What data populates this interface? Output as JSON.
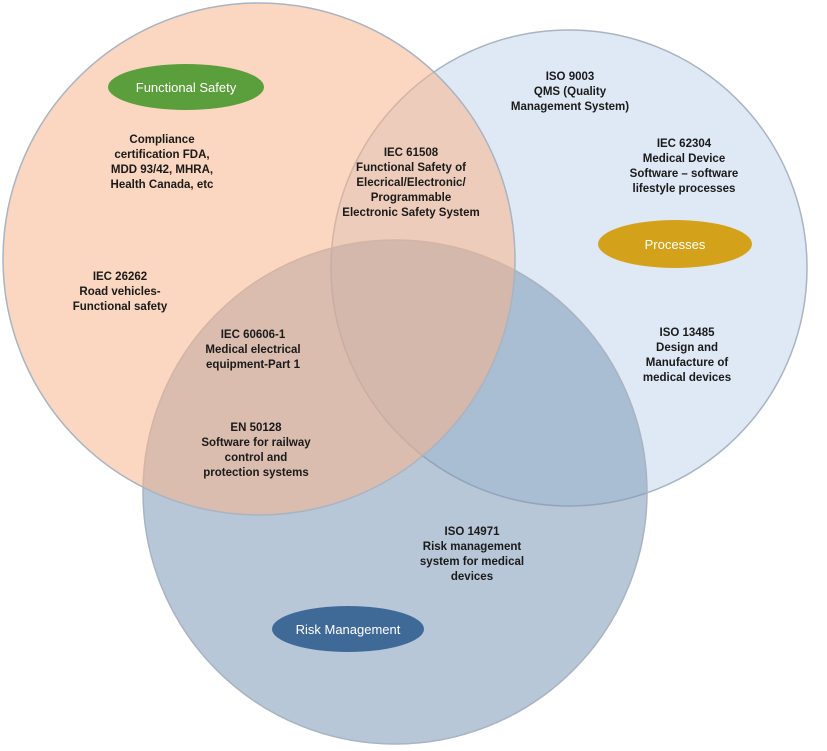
{
  "colors": {
    "functional_safety_fill": "#f7b48c",
    "processes_fill": "#dfe8f5",
    "risk_management_fill": "#7c99b6",
    "functional_safety_badge": "#5b9e3c",
    "processes_badge": "#d4a21a",
    "risk_management_badge": "#3f6a98",
    "circle_stroke": "#a9b4c2"
  },
  "badges": {
    "functional_safety": "Functional Safety",
    "processes": "Processes",
    "risk_management": "Risk Management"
  },
  "regions": {
    "compliance": [
      "Compliance",
      "certification FDA,",
      "MDD  93/42, MHRA,",
      "Health Canada, etc"
    ],
    "iec26262": [
      "IEC 26262",
      "Road vehicles-",
      "Functional safety"
    ],
    "iec61508": [
      "IEC 61508",
      "Functional Safety of",
      "Elecrical/Electronic/",
      "Programmable",
      "Electronic Safety System"
    ],
    "iso9003": [
      "ISO 9003",
      "QMS (Quality",
      "Management System)"
    ],
    "iec62304": [
      "IEC 62304",
      "Medical Device",
      "Software – software",
      "lifestyle processes"
    ],
    "iec60606": [
      "IEC 60606-1",
      "Medical electrical",
      "equipment-Part 1"
    ],
    "en50128": [
      "EN 50128",
      "Software for railway",
      "control and",
      "protection systems"
    ],
    "iso13485": [
      "ISO 13485",
      "Design and",
      "Manufacture of",
      "medical devices"
    ],
    "iso14971": [
      "ISO 14971",
      "Risk management",
      "system for  medical",
      "devices"
    ]
  }
}
